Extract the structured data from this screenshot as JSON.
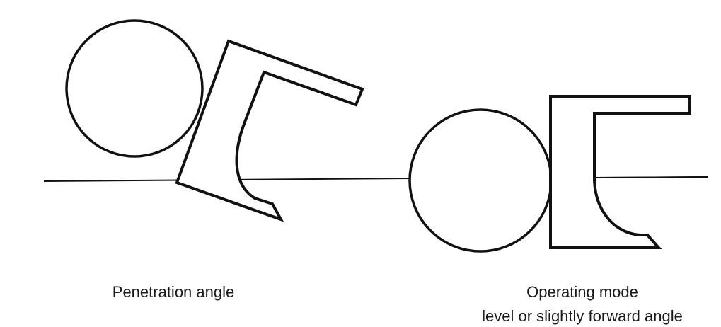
{
  "labels": {
    "left": "Penetration angle",
    "right_line1": "Operating mode",
    "right_line2": "level or slightly forward angle"
  },
  "colors": {
    "stroke": "#111111",
    "background": "#ffffff"
  }
}
